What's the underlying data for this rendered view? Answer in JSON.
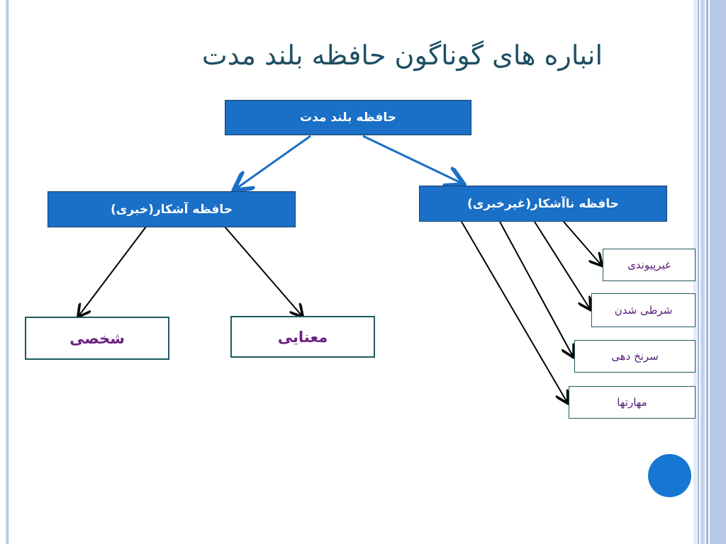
{
  "slide": {
    "title": "انباره های گوناگون حافظه بلند مدت"
  },
  "nodes": {
    "root": "حافظه بلند مدت",
    "explicit": "حافظه آشکار(خبری)",
    "implicit": "حافظه ناآشکار(غیرخبری)",
    "episodic": "شخصی",
    "semantic": "معنایی",
    "nonassociative": "غیرپیوندی",
    "conditioning": "شرطی شدن",
    "priming": "سرنخ دهی",
    "skills": "مهارتها"
  },
  "colors": {
    "node_fill": "#1a6fc6",
    "connector_blue": "#1a6fc6",
    "connector_black": "#000000",
    "title_text": "#1f4f63",
    "leaf_text": "#6b2380",
    "accent_dot": "#1677d2"
  }
}
